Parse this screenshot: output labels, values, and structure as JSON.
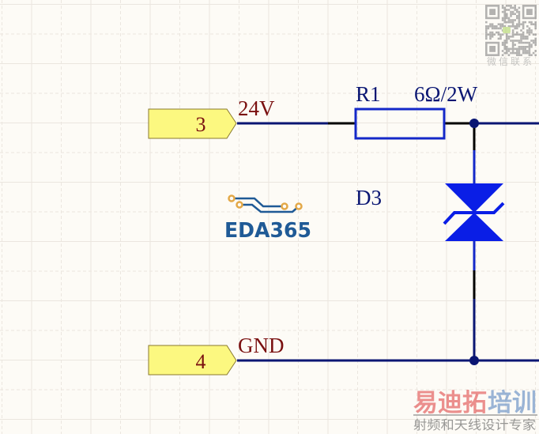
{
  "schematic": {
    "ports": [
      {
        "id": "port-3",
        "number": "3",
        "net": "24V"
      },
      {
        "id": "port-4",
        "number": "4",
        "net": "GND"
      }
    ],
    "resistor": {
      "designator": "R1",
      "value": "6Ω/2W"
    },
    "diode": {
      "designator": "D3",
      "type": "TVS (bidirectional)"
    },
    "colors": {
      "background": "#fdfbf6",
      "grid": "#ebe6df",
      "wire": "#0a1673",
      "wire_black": "#000000",
      "component": "#1428c8",
      "component_fill": "#0a1ee6",
      "port_fill": "#fcf880",
      "label": "#7a1010",
      "designator": "#0a1673",
      "logo_blue": "#1f5a96",
      "logo_orange": "#e3a847"
    }
  },
  "logo": {
    "text": "EDA365"
  },
  "watermark": {
    "qr_caption": "微信联系",
    "brand_red": "易迪拓",
    "brand_blue": "培训",
    "tagline": "射频和天线设计专家"
  }
}
